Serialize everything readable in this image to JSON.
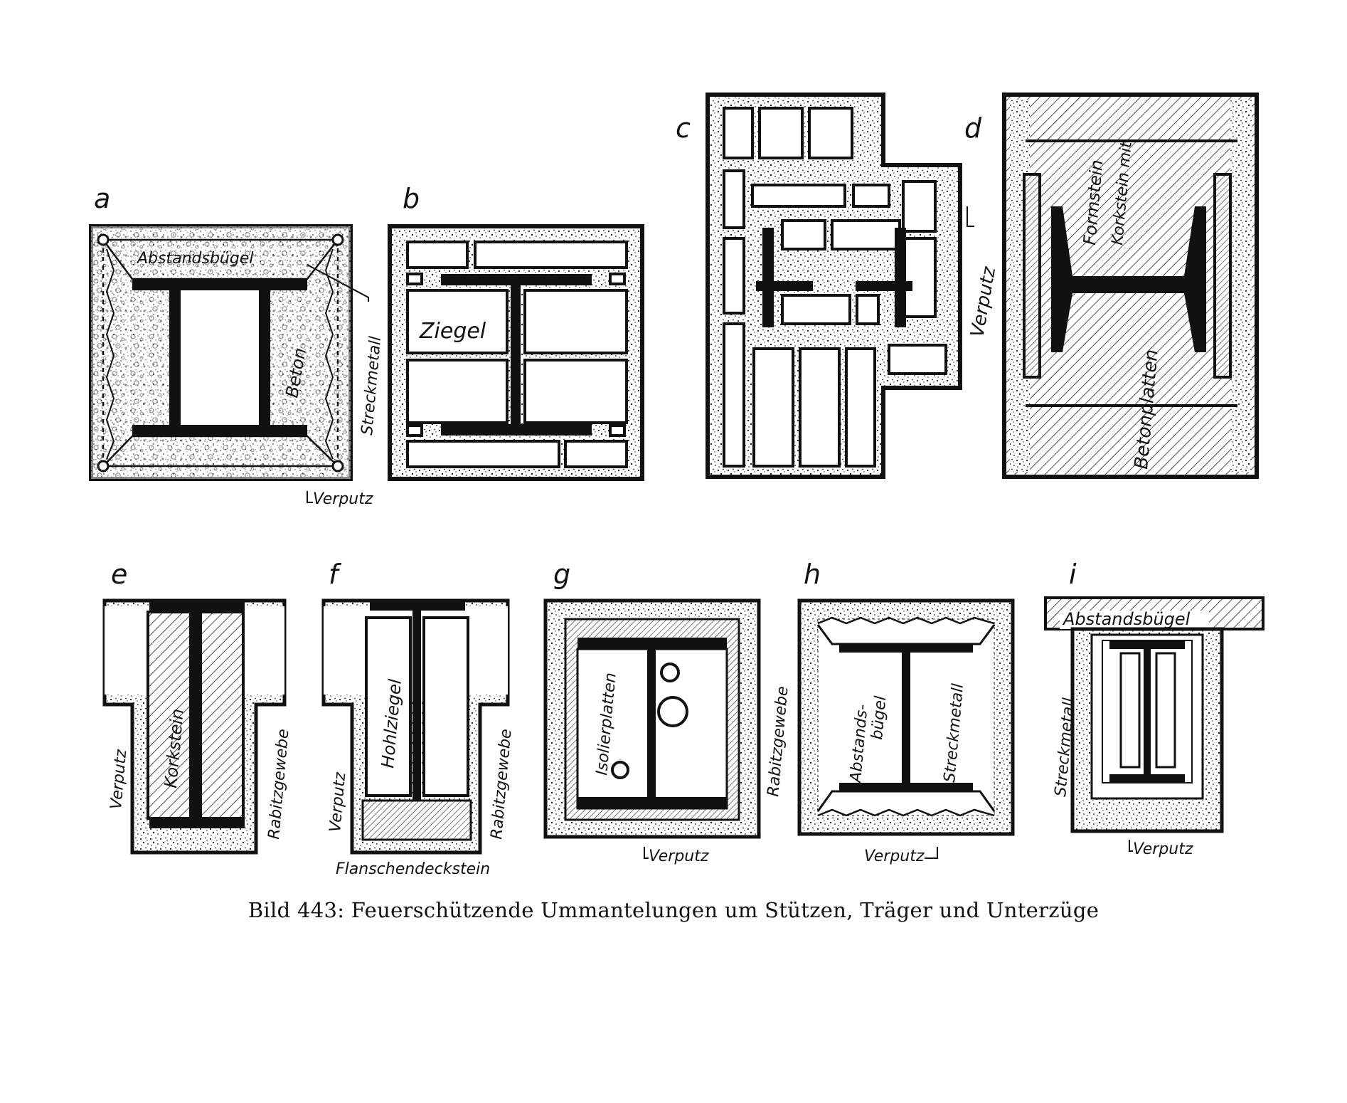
{
  "figure": {
    "caption": "Bild 443:  Feuerschützende Ummantelungen um Stützen, Träger und Unterzüge",
    "panels": {
      "a": {
        "letter": "a",
        "labels": {
          "abstandsbugel": "Abstandsbügel",
          "beton": "Beton",
          "streckmetall": "Streckmetall",
          "verputz": "Verputz"
        }
      },
      "b": {
        "letter": "b",
        "labels": {
          "ziegel": "Ziegel"
        }
      },
      "c": {
        "letter": "c",
        "labels": {
          "verputz": "Verputz"
        }
      },
      "d": {
        "letter": "d",
        "labels": {
          "formstein": "Formstein",
          "korkstein": "Korkstein mit",
          "betonplatten": "Betonplatten"
        }
      },
      "e": {
        "letter": "e",
        "labels": {
          "verputz": "Verputz",
          "korkstein": "Korkstein",
          "rabitzgewebe": "Rabitzgewebe"
        }
      },
      "f": {
        "letter": "f",
        "labels": {
          "verputz": "Verputz",
          "hohlziegel": "Hohlziegel",
          "rabitzgewebe": "Rabitzgewebe",
          "flanschendeckstein": "Flanschendeckstein"
        }
      },
      "g": {
        "letter": "g",
        "labels": {
          "isolierplatten": "Isolierplatten",
          "rabitzgewebe": "Rabitzgewebe",
          "verputz": "Verputz"
        }
      },
      "h": {
        "letter": "h",
        "labels": {
          "abstandsbugel_1": "Abstands-",
          "abstandsbugel_2": "bügel",
          "streckmetall": "Streckmetall",
          "verputz": "Verputz"
        }
      },
      "i": {
        "letter": "i",
        "labels": {
          "abstandsbugel": "Abstandsbügel",
          "streckmetall": "Streckmetall",
          "verputz": "Verputz"
        }
      }
    }
  }
}
